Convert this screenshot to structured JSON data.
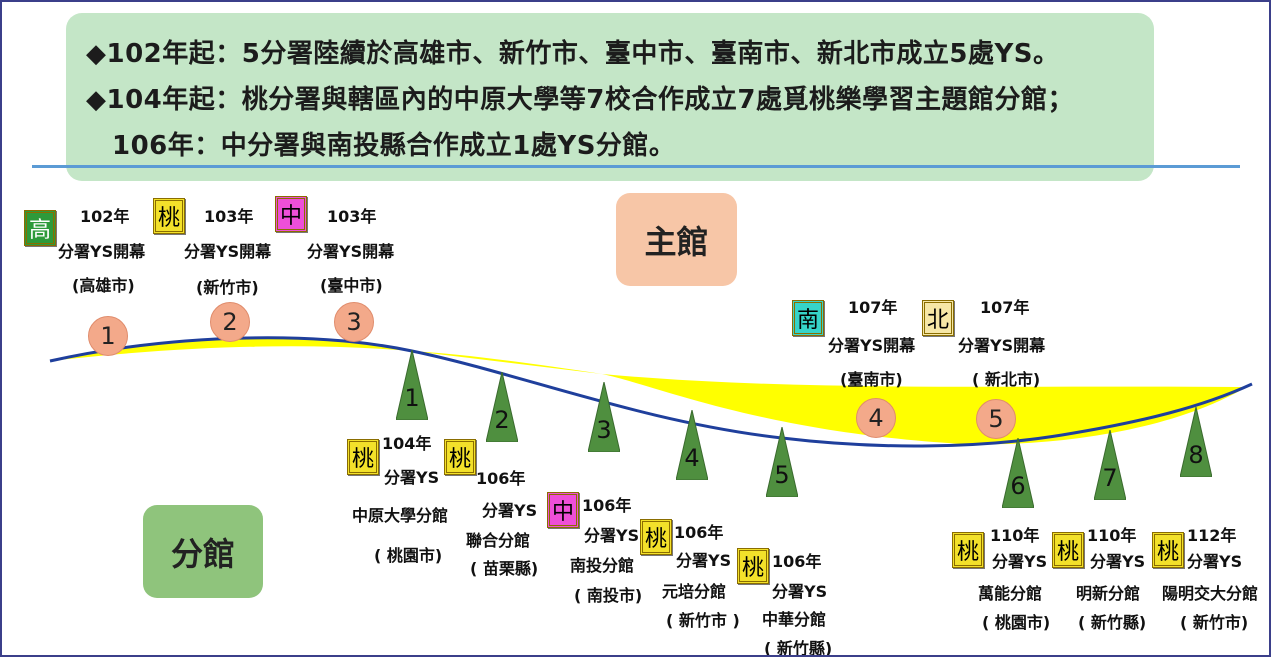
{
  "header": {
    "line1": "◆102年起：5分署陸續於高雄市、新竹市、臺中市、臺南市、新北市成立5處YS。",
    "line2": "◆104年起：桃分署與轄區內的中原大學等7校合作成立7處覓桃樂學習主題館分館；",
    "line3": "106年：中分署與南投縣合作成立1處YS分館。"
  },
  "labels": {
    "main_hall": "主館",
    "branch_hall": "分館"
  },
  "colors": {
    "band": "#ffff00",
    "curve": "#1f3f9c",
    "circle": "#f3a98a",
    "triangle": "#4f8f3f",
    "header_bg": "#c4e6c7"
  },
  "main_sites": [
    {
      "num": "1",
      "year": "102年",
      "desc": "分署YS開幕",
      "city": "(高雄市)",
      "char": "高",
      "tile_bg": "#2e9a3a",
      "tile_fg": "#ffffff"
    },
    {
      "num": "2",
      "year": "103年",
      "desc": "分署YS開幕",
      "city": "(新竹市)",
      "char": "桃",
      "tile_bg": "#f3e12a",
      "tile_fg": "#000000"
    },
    {
      "num": "3",
      "year": "103年",
      "desc": "分署YS開幕",
      "city": "(臺中市)",
      "char": "中",
      "tile_bg": "#ee4fd8",
      "tile_fg": "#000000"
    },
    {
      "num": "4",
      "year": "107年",
      "desc": "分署YS開幕",
      "city": "(臺南市)",
      "char": "南",
      "tile_bg": "#36d4c8",
      "tile_fg": "#000000"
    },
    {
      "num": "5",
      "year": "107年",
      "desc": "分署YS開幕",
      "city": "( 新北市)",
      "char": "北",
      "tile_bg": "#f6e7a6",
      "tile_fg": "#000000"
    }
  ],
  "branches": [
    {
      "num": "1",
      "year": "104年",
      "desc": "分署YS",
      "name": "中原大學分館",
      "city": "( 桃園市)",
      "char": "桃",
      "tile_bg": "#f3e12a"
    },
    {
      "num": "2",
      "year": "106年",
      "desc": "分署YS",
      "name": "聯合分館",
      "city": "( 苗栗縣)",
      "char": "桃",
      "tile_bg": "#f3e12a"
    },
    {
      "num": "3",
      "year": "106年",
      "desc": "分署YS",
      "name": "南投分館",
      "city": "( 南投市)",
      "char": "中",
      "tile_bg": "#ee4fd8"
    },
    {
      "num": "4",
      "year": "106年",
      "desc": "分署YS",
      "name": "元培分館",
      "city": "( 新竹市 )",
      "char": "桃",
      "tile_bg": "#f3e12a"
    },
    {
      "num": "5",
      "year": "106年",
      "desc": "分署YS",
      "name": "中華分館",
      "city": "( 新竹縣)",
      "char": "桃",
      "tile_bg": "#f3e12a"
    },
    {
      "num": "6",
      "year": "110年",
      "desc": "分署YS",
      "name": "萬能分館",
      "city": "( 桃園市)",
      "char": "桃",
      "tile_bg": "#f3e12a"
    },
    {
      "num": "7",
      "year": "110年",
      "desc": "分署YS",
      "name": "明新分館",
      "city": "( 新竹縣)",
      "char": "桃",
      "tile_bg": "#f3e12a"
    },
    {
      "num": "8",
      "year": "112年",
      "desc": "分署YS",
      "name": "陽明交大分館",
      "city": "( 新竹市)",
      "char": "桃",
      "tile_bg": "#f3e12a"
    }
  ]
}
